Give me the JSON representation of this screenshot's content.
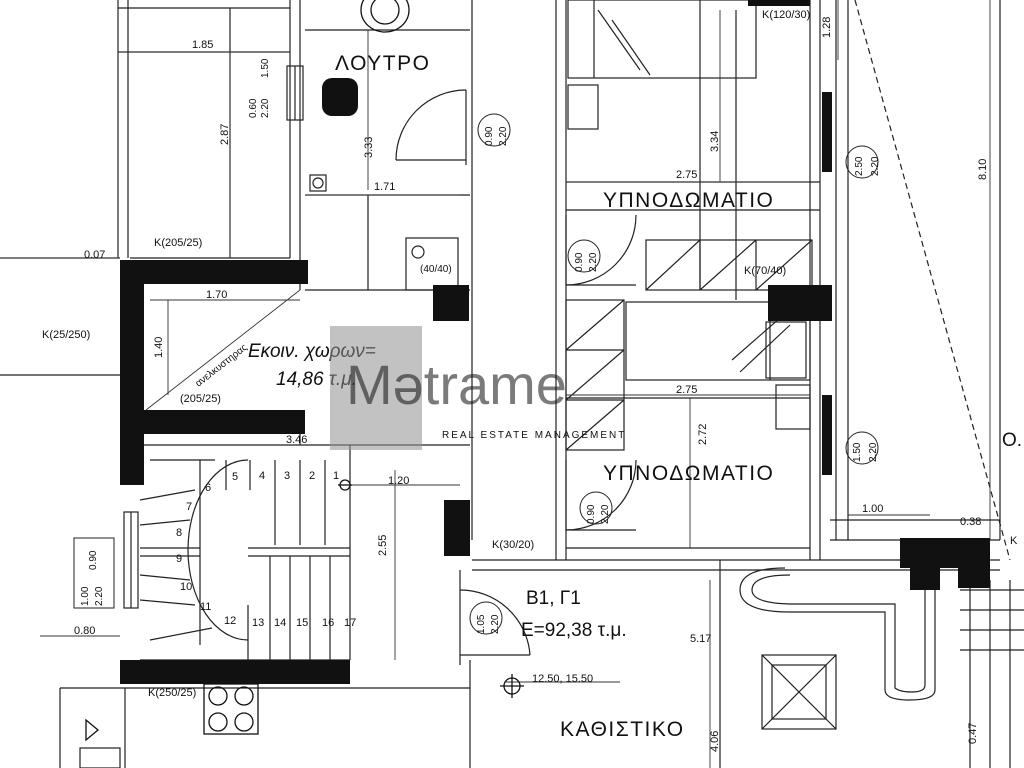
{
  "plan": {
    "rooms": {
      "bathroom": "ΛΟΥΤΡΟ",
      "bedroom_1": "ΥΠΝΟΔΩΜΑΤΙΟ",
      "bedroom_2": "ΥΠΝΟΔΩΜΑΤΙΟ",
      "living": "ΚΑΘΙΣΤΙΚΟ"
    },
    "common_area": {
      "line1": "Εκοιν. χωρων=",
      "line2": "14,86 τ.μ."
    },
    "unit": {
      "name": "Β1, Γ1",
      "area": "Ε=92,38  τ.μ."
    },
    "elevator": "ανελκυστηρας",
    "level": "12.50,  15.50",
    "dimensions": {
      "d185": "1.85",
      "d287": "2.87",
      "d333": "3.33",
      "d171": "1.71",
      "d334": "3.34",
      "d275a": "2.75",
      "d275b": "2.75",
      "d272": "2.72",
      "d128": "1.28",
      "d810": "8.10",
      "d007": "0.07",
      "d170": "1.70",
      "d140": "1.40",
      "d346": "3.46",
      "d120": "1.20",
      "d255": "2.55",
      "d080": "0.80",
      "d100": "1.00",
      "d038": "0.38",
      "d517": "5.17",
      "d406": "4.06",
      "d047": "0.47"
    },
    "columns": {
      "k205a": "Κ(205/25)",
      "k205b": "(205/25)",
      "k25250": "Κ(25/250)",
      "k12030": "Κ(120/30)",
      "k7040": "Κ(70/40)",
      "k3020": "Κ(30/20)",
      "k25025": "Κ(250/25)",
      "k4040": "(40/40)",
      "kr": "Κ",
      "ol": "Ο."
    },
    "openings": {
      "w1": [
        "1.50",
        "0.60",
        "2.20"
      ],
      "w2": [
        "2.50",
        "2.20"
      ],
      "w3": [
        "1.50",
        "2.20"
      ],
      "w4": [
        "1.00",
        "2.20",
        "0.90"
      ],
      "d1": [
        "0.90",
        "2.20"
      ],
      "d2": [
        "0.90",
        "2.20"
      ],
      "d3": [
        "0.90",
        "2.20"
      ],
      "d4": [
        "1.05",
        "2.20"
      ]
    },
    "stairs": [
      "1",
      "2",
      "3",
      "4",
      "5",
      "6",
      "7",
      "8",
      "9",
      "10",
      "11",
      "12",
      "13",
      "14",
      "15",
      "16",
      "17"
    ],
    "watermark": {
      "main": "Mətrame",
      "sub": "REAL ESTATE MANAGEMENT"
    }
  }
}
